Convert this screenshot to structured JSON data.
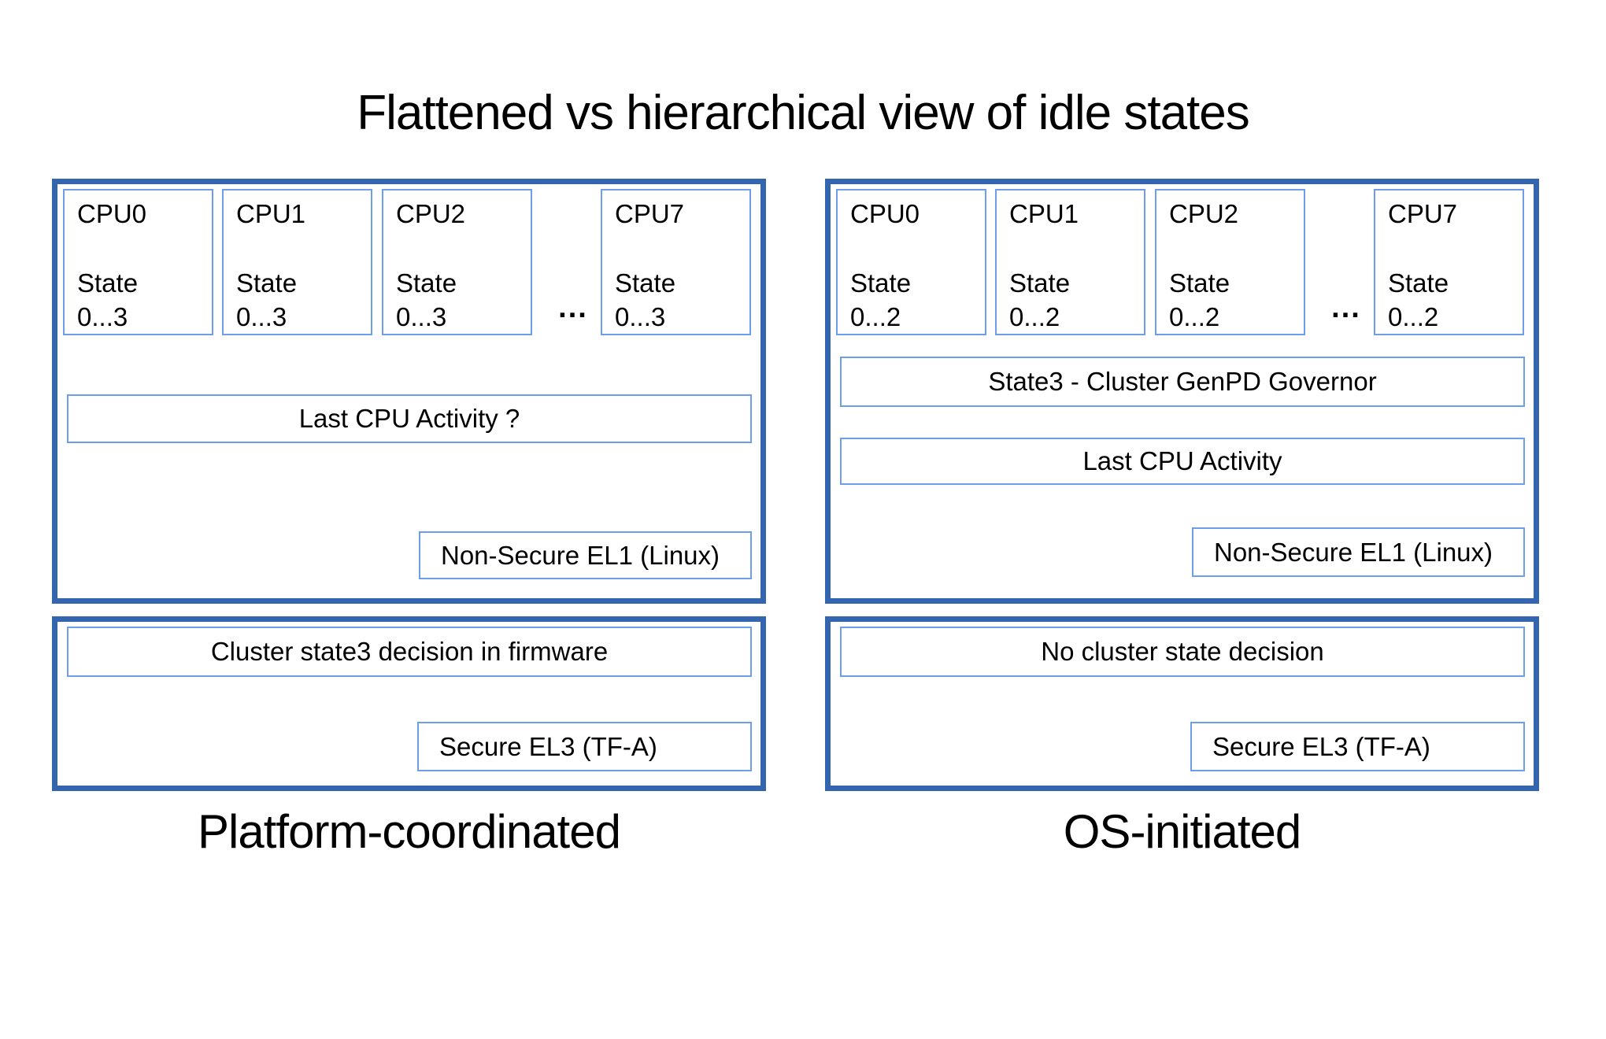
{
  "title": "Flattened vs hierarchical view of idle states",
  "colors": {
    "outer_border": "#3465af",
    "inner_border": "#6d9eeb",
    "text": "#000000",
    "background": "#ffffff"
  },
  "left": {
    "caption": "Platform-coordinated",
    "cluster": {
      "cpus": [
        {
          "name": "CPU0",
          "state_label": "State",
          "state_range": "0...3"
        },
        {
          "name": "CPU1",
          "state_label": "State",
          "state_range": "0...3"
        },
        {
          "name": "CPU2",
          "state_label": "State",
          "state_range": "0...3"
        },
        {
          "name": "CPU7",
          "state_label": "State",
          "state_range": "0...3"
        }
      ],
      "dots": "...",
      "activity": "Last CPU Activity ?",
      "el1": "Non-Secure EL1 (Linux)"
    },
    "firmware": {
      "decision": "Cluster state3 decision in firmware",
      "el3": "Secure EL3 (TF-A)"
    }
  },
  "right": {
    "caption": "OS-initiated",
    "cluster": {
      "cpus": [
        {
          "name": "CPU0",
          "state_label": "State",
          "state_range": "0...2"
        },
        {
          "name": "CPU1",
          "state_label": "State",
          "state_range": "0...2"
        },
        {
          "name": "CPU2",
          "state_label": "State",
          "state_range": "0...2"
        },
        {
          "name": "CPU7",
          "state_label": "State",
          "state_range": "0...2"
        }
      ],
      "dots": "...",
      "governor": "State3 - Cluster GenPD Governor",
      "activity": "Last CPU Activity",
      "el1": "Non-Secure EL1 (Linux)"
    },
    "firmware": {
      "decision": "No cluster state decision",
      "el3": "Secure EL3 (TF-A)"
    }
  }
}
